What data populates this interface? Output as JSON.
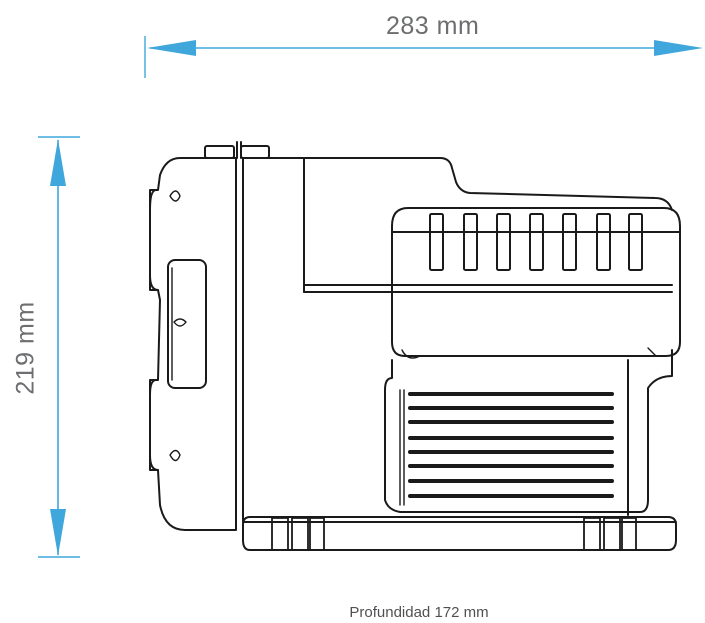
{
  "dimensions": {
    "width": "283 mm",
    "height": "219 mm",
    "depth": "Profundidad 172 mm"
  },
  "colors": {
    "dimension_line": "#3fa7dc",
    "dimension_text": "#6d6e70",
    "drawing_stroke": "#1a1a1a"
  },
  "icons": {
    "arrow": "triangle-arrowhead",
    "device": "air-compressor-side-view"
  }
}
